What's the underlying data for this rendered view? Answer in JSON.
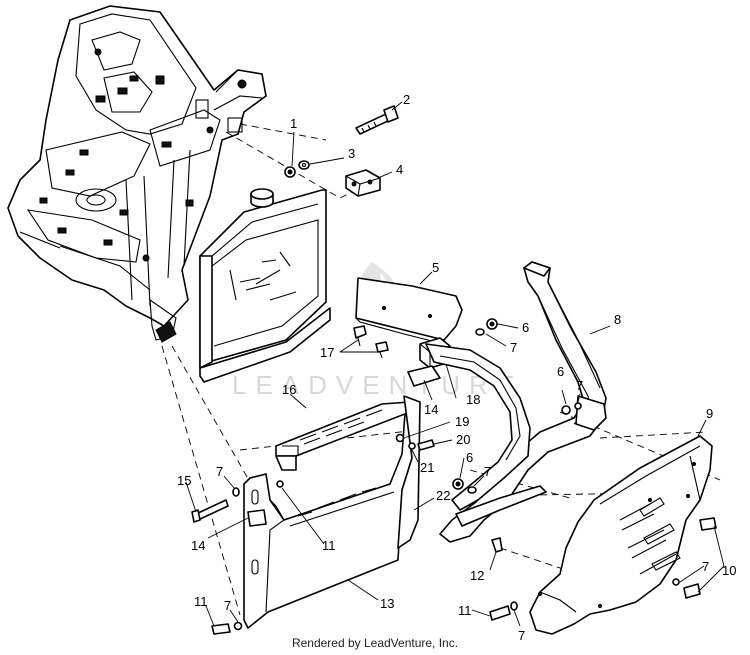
{
  "diagram": {
    "watermark": "LEADVENTURE",
    "footer": "Rendered by LeadVenture, Inc.",
    "callouts": [
      {
        "id": "c1",
        "label": "1"
      },
      {
        "id": "c2",
        "label": "2"
      },
      {
        "id": "c3",
        "label": "3"
      },
      {
        "id": "c4",
        "label": "4"
      },
      {
        "id": "c5",
        "label": "5"
      },
      {
        "id": "c6a",
        "label": "6"
      },
      {
        "id": "c7a",
        "label": "7"
      },
      {
        "id": "c8",
        "label": "8"
      },
      {
        "id": "c6b",
        "label": "6"
      },
      {
        "id": "c7b",
        "label": "7"
      },
      {
        "id": "c9",
        "label": "9"
      },
      {
        "id": "c17",
        "label": "17"
      },
      {
        "id": "c16",
        "label": "16"
      },
      {
        "id": "c14a",
        "label": "14"
      },
      {
        "id": "c18",
        "label": "18"
      },
      {
        "id": "c19",
        "label": "19"
      },
      {
        "id": "c20",
        "label": "20"
      },
      {
        "id": "c21",
        "label": "21"
      },
      {
        "id": "c6c",
        "label": "6"
      },
      {
        "id": "c7c",
        "label": "7"
      },
      {
        "id": "c22",
        "label": "22"
      },
      {
        "id": "c15",
        "label": "15"
      },
      {
        "id": "c7d",
        "label": "7"
      },
      {
        "id": "c14b",
        "label": "14"
      },
      {
        "id": "c11a",
        "label": "11"
      },
      {
        "id": "c12",
        "label": "12"
      },
      {
        "id": "c13",
        "label": "13"
      },
      {
        "id": "c11b",
        "label": "11"
      },
      {
        "id": "c7e",
        "label": "7"
      },
      {
        "id": "c11c",
        "label": "11"
      },
      {
        "id": "c7f",
        "label": "7"
      },
      {
        "id": "c7g",
        "label": "7"
      },
      {
        "id": "c10",
        "label": "10"
      }
    ]
  }
}
